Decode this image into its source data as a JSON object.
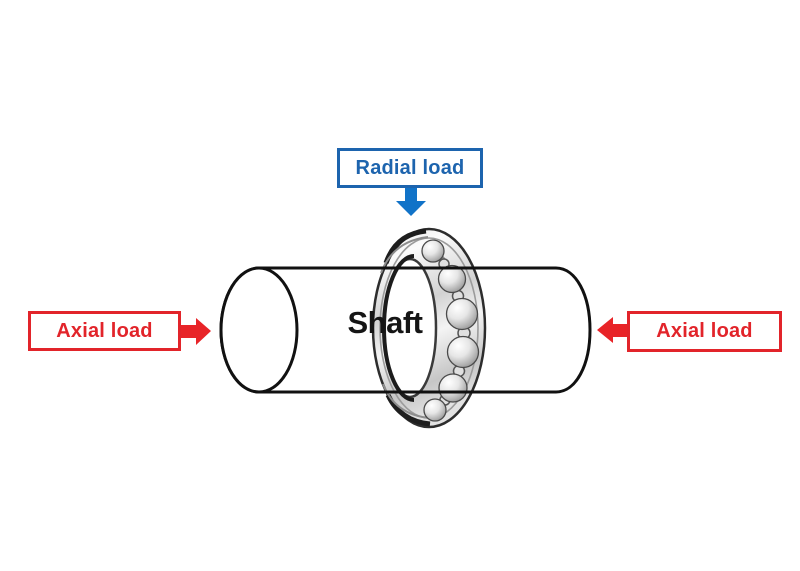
{
  "diagram": {
    "labels": {
      "radial_load": "Radial load",
      "axial_load_left": "Axial load",
      "axial_load_right": "Axial load",
      "shaft": "Shaft"
    },
    "arrows": [
      {
        "name": "radial-load-arrow",
        "direction": "down",
        "color_role": "radial"
      },
      {
        "name": "axial-load-left-arrow",
        "direction": "right",
        "color_role": "axial"
      },
      {
        "name": "axial-load-right-arrow",
        "direction": "left",
        "color_role": "axial"
      }
    ],
    "components": {
      "bearing": "single-row-ball-bearing",
      "shaft": "cylindrical-shaft"
    },
    "colors": {
      "radial_accent": "#1d64ae",
      "radial_arrow": "#1173c8",
      "axial_accent": "#e2242a",
      "axial_arrow": "#e82428",
      "outline": "#111111",
      "shaft_text": "#151515",
      "background": "#ffffff"
    }
  }
}
